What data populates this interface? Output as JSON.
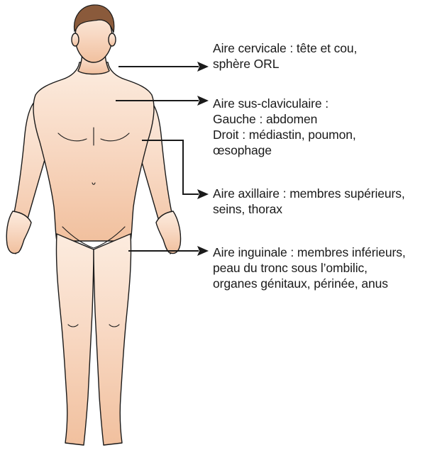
{
  "labels": {
    "cervical": [
      "Aire cervicale : tête et cou,",
      "sphère ORL"
    ],
    "sus_claviculaire": [
      "Aire sus-claviculaire :",
      "Gauche : abdomen",
      "Droit : médiastin, poumon,",
      "œsophage"
    ],
    "axillaire": [
      "Aire axillaire : membres supérieurs,",
      "seins, thorax"
    ],
    "inguinale": [
      "Aire inguinale : membres inférieurs,",
      "peau du tronc sous l’ombilic,",
      "organes génitaux, périnée, anus"
    ]
  },
  "colors": {
    "skin_light": "#fbe6d8",
    "skin_dark": "#f2c3a3",
    "hair": "#8a5a3b",
    "outline": "#1a1a1a",
    "text": "#1a1a1a"
  }
}
